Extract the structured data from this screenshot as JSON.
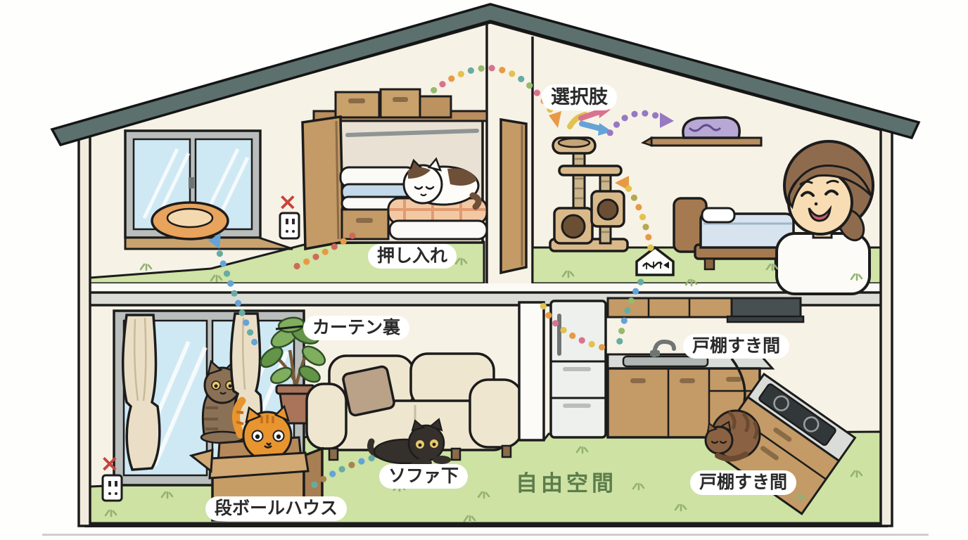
{
  "labels": {
    "choices": "選択肢",
    "closet": "押し入れ",
    "behind_curtain": "カーテン裏",
    "under_sofa": "ソファ下",
    "cardboard_house": "段ボールハウス",
    "free_space": "自由空間",
    "cupboard_gap_top": "戸棚すき間",
    "cupboard_gap_bottom": "戸棚すき間"
  },
  "icons": {
    "red_x": "×"
  },
  "colors": {
    "roof": "#5c706e",
    "wall": "#f7f2e6",
    "floor_green": "#cfe4a6",
    "free_space_text": "#5d7c4c",
    "label_text": "#2a2a2a",
    "red_x": "#c7433a",
    "trail_pink": "#d9728e",
    "trail_orange": "#e79a45",
    "trail_yellow": "#e2c24f",
    "trail_green": "#97ba6c",
    "trail_teal": "#67aca2",
    "trail_blue": "#64a3d8",
    "trail_purple": "#9779c2"
  }
}
